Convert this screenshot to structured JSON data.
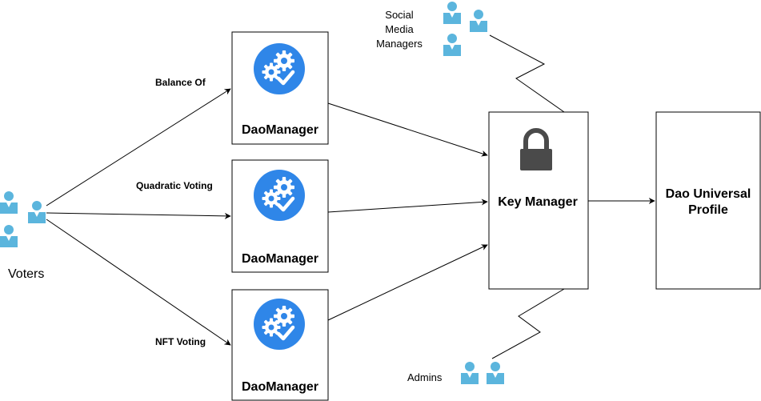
{
  "voters": {
    "label": "Voters"
  },
  "edges": {
    "balance_of": "Balance Of",
    "quadratic_voting": "Quadratic Voting",
    "nft_voting": "NFT Voting"
  },
  "dao_managers": [
    {
      "label": "DaoManager"
    },
    {
      "label": "DaoManager"
    },
    {
      "label": "DaoManager"
    }
  ],
  "key_manager": {
    "label": "Key Manager"
  },
  "universal_profile": {
    "line1": "Dao Universal",
    "line2": "Profile"
  },
  "social_media": {
    "line1": "Social",
    "line2": "Media",
    "line3": "Managers"
  },
  "admins": {
    "label": "Admins"
  },
  "colors": {
    "user_icon": "#5bb5dd",
    "gear_circle": "#2f86e8",
    "lock": "#4a4a4a",
    "stroke": "#000000"
  },
  "icons": {
    "user": "user-icon",
    "gears": "gears-check-icon",
    "lock": "lock-icon"
  }
}
